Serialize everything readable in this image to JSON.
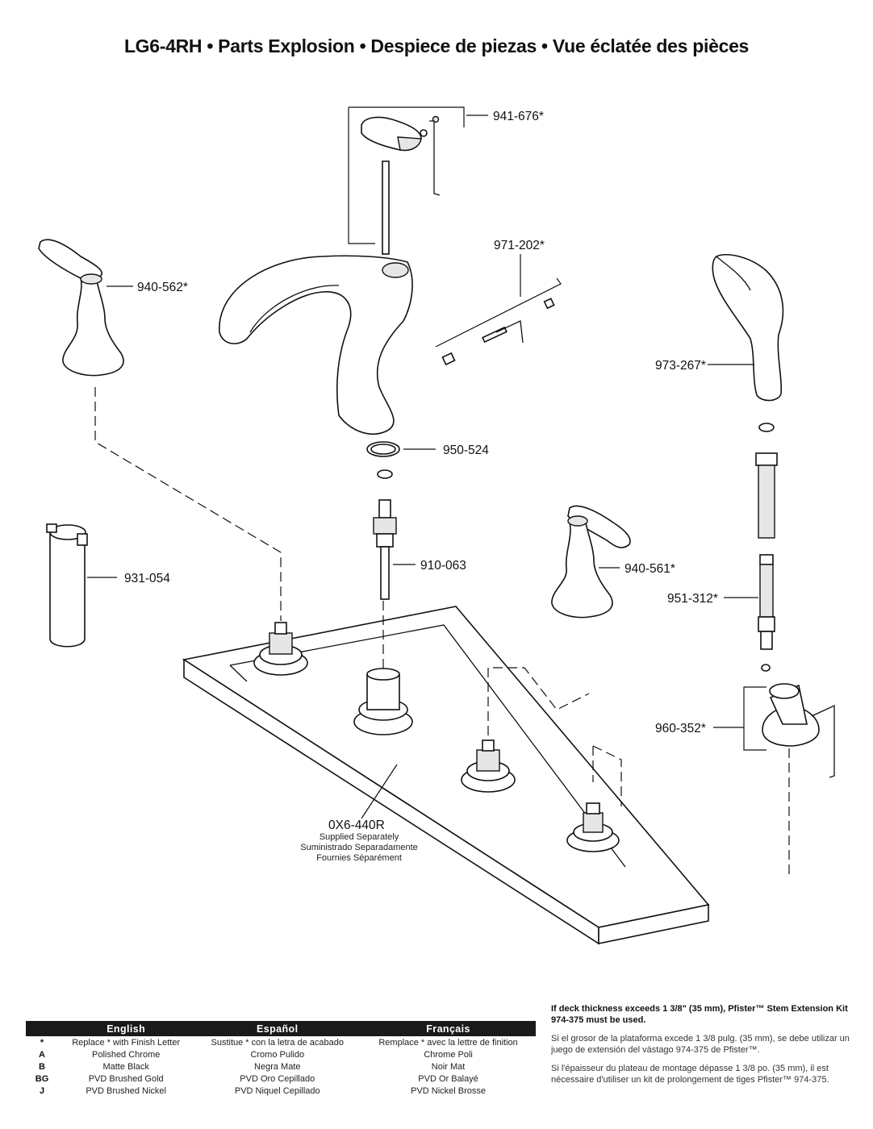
{
  "title": "LG6-4RH • Parts Explosion • Despiece de piezas • Vue éclatée des pièces",
  "parts": {
    "handle_kit": "941-676*",
    "diverter_kit": "971-202*",
    "handle_left": "940-562*",
    "handshower": "973-267*",
    "oring": "950-524",
    "cartridge": "910-063",
    "sleeve": "931-054",
    "handle_right": "940-561*",
    "hose": "951-312*",
    "holder": "960-352*",
    "valve": "0X6-440R",
    "valve_note": [
      "Supplied Separately",
      "Suministrado Separadamente",
      "Fournies Séparément"
    ]
  },
  "finish_table": {
    "headers": [
      "English",
      "Español",
      "Français"
    ],
    "rows": [
      {
        "code": "*",
        "en": "Replace * with Finish Letter",
        "es": "Sustitue * con la letra de acabado",
        "fr": "Remplace * avec la lettre de finition"
      },
      {
        "code": "A",
        "en": "Polished Chrome",
        "es": "Cromo Pulido",
        "fr": "Chrome Poli"
      },
      {
        "code": "B",
        "en": "Matte Black",
        "es": "Negra Mate",
        "fr": "Noir Mat"
      },
      {
        "code": "BG",
        "en": "PVD Brushed Gold",
        "es": "PVD Oro Cepillado",
        "fr": "PVD Or Balayé"
      },
      {
        "code": "J",
        "en": "PVD Brushed Nickel",
        "es": "PVD Niquel Cepillado",
        "fr": "PVD Nickel Brosse"
      }
    ]
  },
  "notes": {
    "en": "If deck thickness exceeds 1 3/8\" (35 mm), Pfister™ Stem Extension Kit 974-375 must be used.",
    "es": "Si el grosor de la plataforma excede 1 3/8 pulg. (35 mm), se debe utilizar un juego de extensión del vástago 974-375 de Pfister™.",
    "fr": "Si l'épaisseur du plateau de montage dépasse 1 3/8 po. (35 mm), il est nécessaire d'utiliser un kit de prolongement de tiges Pfister™ 974-375."
  }
}
